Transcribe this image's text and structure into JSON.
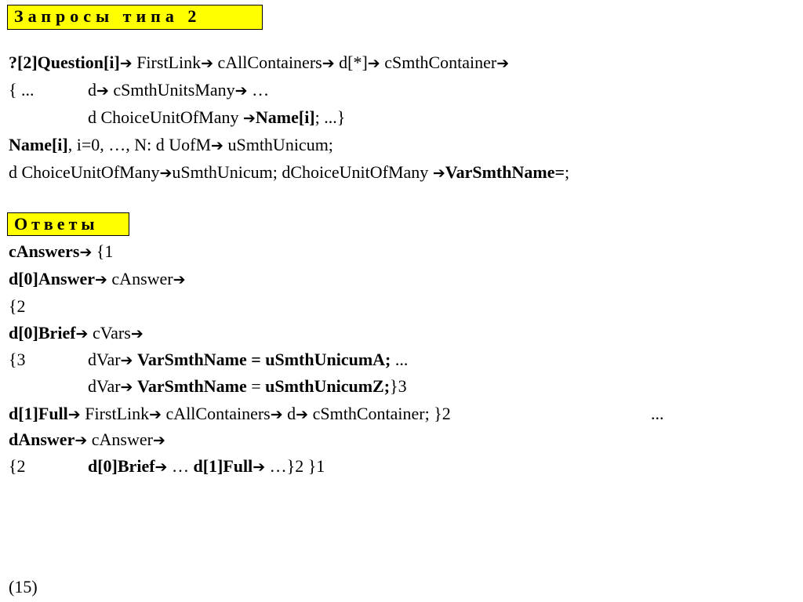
{
  "headings": {
    "queries": "Запросы типа 2",
    "answers": "Ответы"
  },
  "glyphs": {
    "arrow": "➔"
  },
  "queries": {
    "l1": {
      "a": "?[2]Question[i]",
      "b": "FirstLink",
      "c": "cAllContainers",
      "d": "d[*]",
      "e": "cSmthContainer"
    },
    "l2": {
      "a": "{ ...",
      "b": "d",
      "c": "cSmthUnitsMany",
      "d": "…"
    },
    "l3": {
      "a": "d ChoiceUnitOfMany",
      "b": "Name[i]",
      "c": "; ...}"
    },
    "l4": {
      "a": "Name[i]",
      "b": ", i=0, …, N: d UofM",
      "c": "uSmthUnicum;"
    },
    "l5": {
      "a": "d ChoiceUnitOfMany",
      "b": "uSmthUnicum; dChoiceUnitOfMany",
      "c": "VarSmthName=",
      "d": ";"
    }
  },
  "answers": {
    "l1": {
      "a": "cAnswers",
      "b": "{1"
    },
    "l2": {
      "a": "d[0]Answer",
      "b": "cAnswer"
    },
    "l3": {
      "a": "{2"
    },
    "l4": {
      "a": "d[0]Brief",
      "b": "cVars"
    },
    "l5": {
      "a": "{3",
      "b": "dVar",
      "c": "VarSmthName = uSmthUnicumA;",
      "d": "..."
    },
    "l6": {
      "a": "dVar",
      "b": "VarSmthName",
      "c": "=",
      "d": "uSmthUnicumZ;",
      "e": "}3"
    },
    "l7": {
      "a": "d[1]Full",
      "b": "FirstLink",
      "c": "cAllContainers",
      "d": "d",
      "e": "cSmthContainer; }2",
      "f": "..."
    },
    "l8": {
      "a": "dAnswer",
      "b": "cAnswer"
    },
    "l9": {
      "a": "{2",
      "b": "d[0]Brief",
      "c": "…",
      "d": "d[1]Full",
      "e": "…}2 }1"
    }
  },
  "footer": {
    "number": "(15)"
  }
}
